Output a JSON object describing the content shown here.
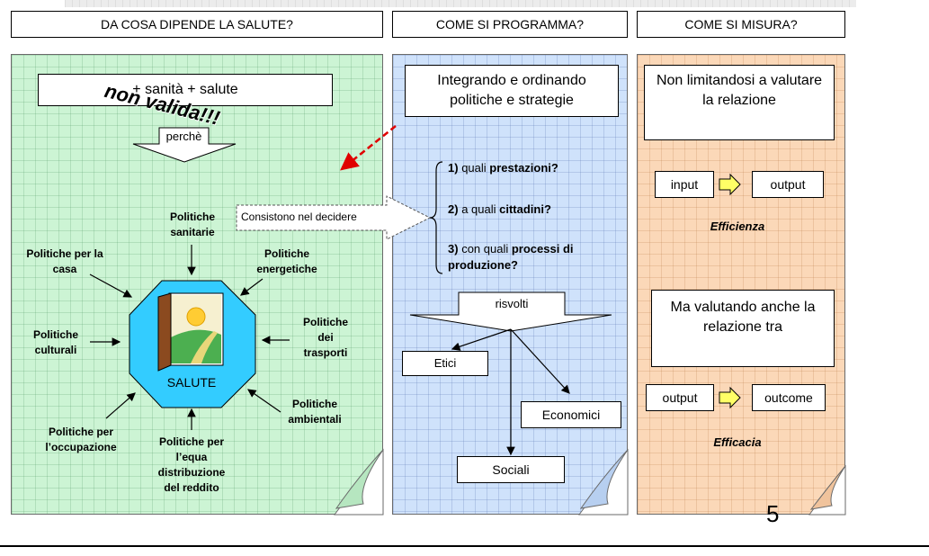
{
  "headers": {
    "col1": "DA COSA DIPENDE LA SALUTE?",
    "col2": "COME SI PROGRAMMA?",
    "col3": "COME SI MISURA?"
  },
  "col1": {
    "equation": "+ sanità + salute",
    "stamp": "non valida!!!",
    "perche": "perchè",
    "salute": "SALUTE",
    "callout": "Consistono nel decidere",
    "policies": {
      "sanitarie": "Politiche sanitarie",
      "energetiche": "Politiche energetiche",
      "casa": "Politiche per la casa",
      "culturali": "Politiche culturali",
      "trasporti": "Politiche dei trasporti",
      "ambientali": "Politiche ambientali",
      "occupazione": "Politiche per l’occupazione",
      "reddito": "Politiche per l’equa distribuzione del reddito"
    }
  },
  "col2": {
    "intro": "Integrando e ordinando politiche e strategie",
    "q1_num": "1)",
    "q1_text": "quali",
    "q1_bold": "prestazioni?",
    "q2_num": "2)",
    "q2_text": "a quali",
    "q2_bold": "cittadini?",
    "q3_num": "3)",
    "q3_text": "con quali",
    "q3_bold": "processi di produzione?",
    "risvolti": "risvolti",
    "etici": "Etici",
    "economici": "Economici",
    "sociali": "Sociali"
  },
  "col3": {
    "box1": "Non limitandosi a valutare la relazione",
    "input": "input",
    "output1": "output",
    "efficienza": "Efficienza",
    "box2": "Ma valutando anche la relazione tra",
    "output2": "output",
    "outcome": "outcome",
    "efficacia": "Efficacia"
  },
  "page_number": "5",
  "colors": {
    "green": "#ccf4d4",
    "blue": "#cfe2fb",
    "orange": "#fbd8b8",
    "octagon": "#33ccff",
    "arrow_red": "#e00000",
    "arrow_yellow": "#ffff66"
  }
}
